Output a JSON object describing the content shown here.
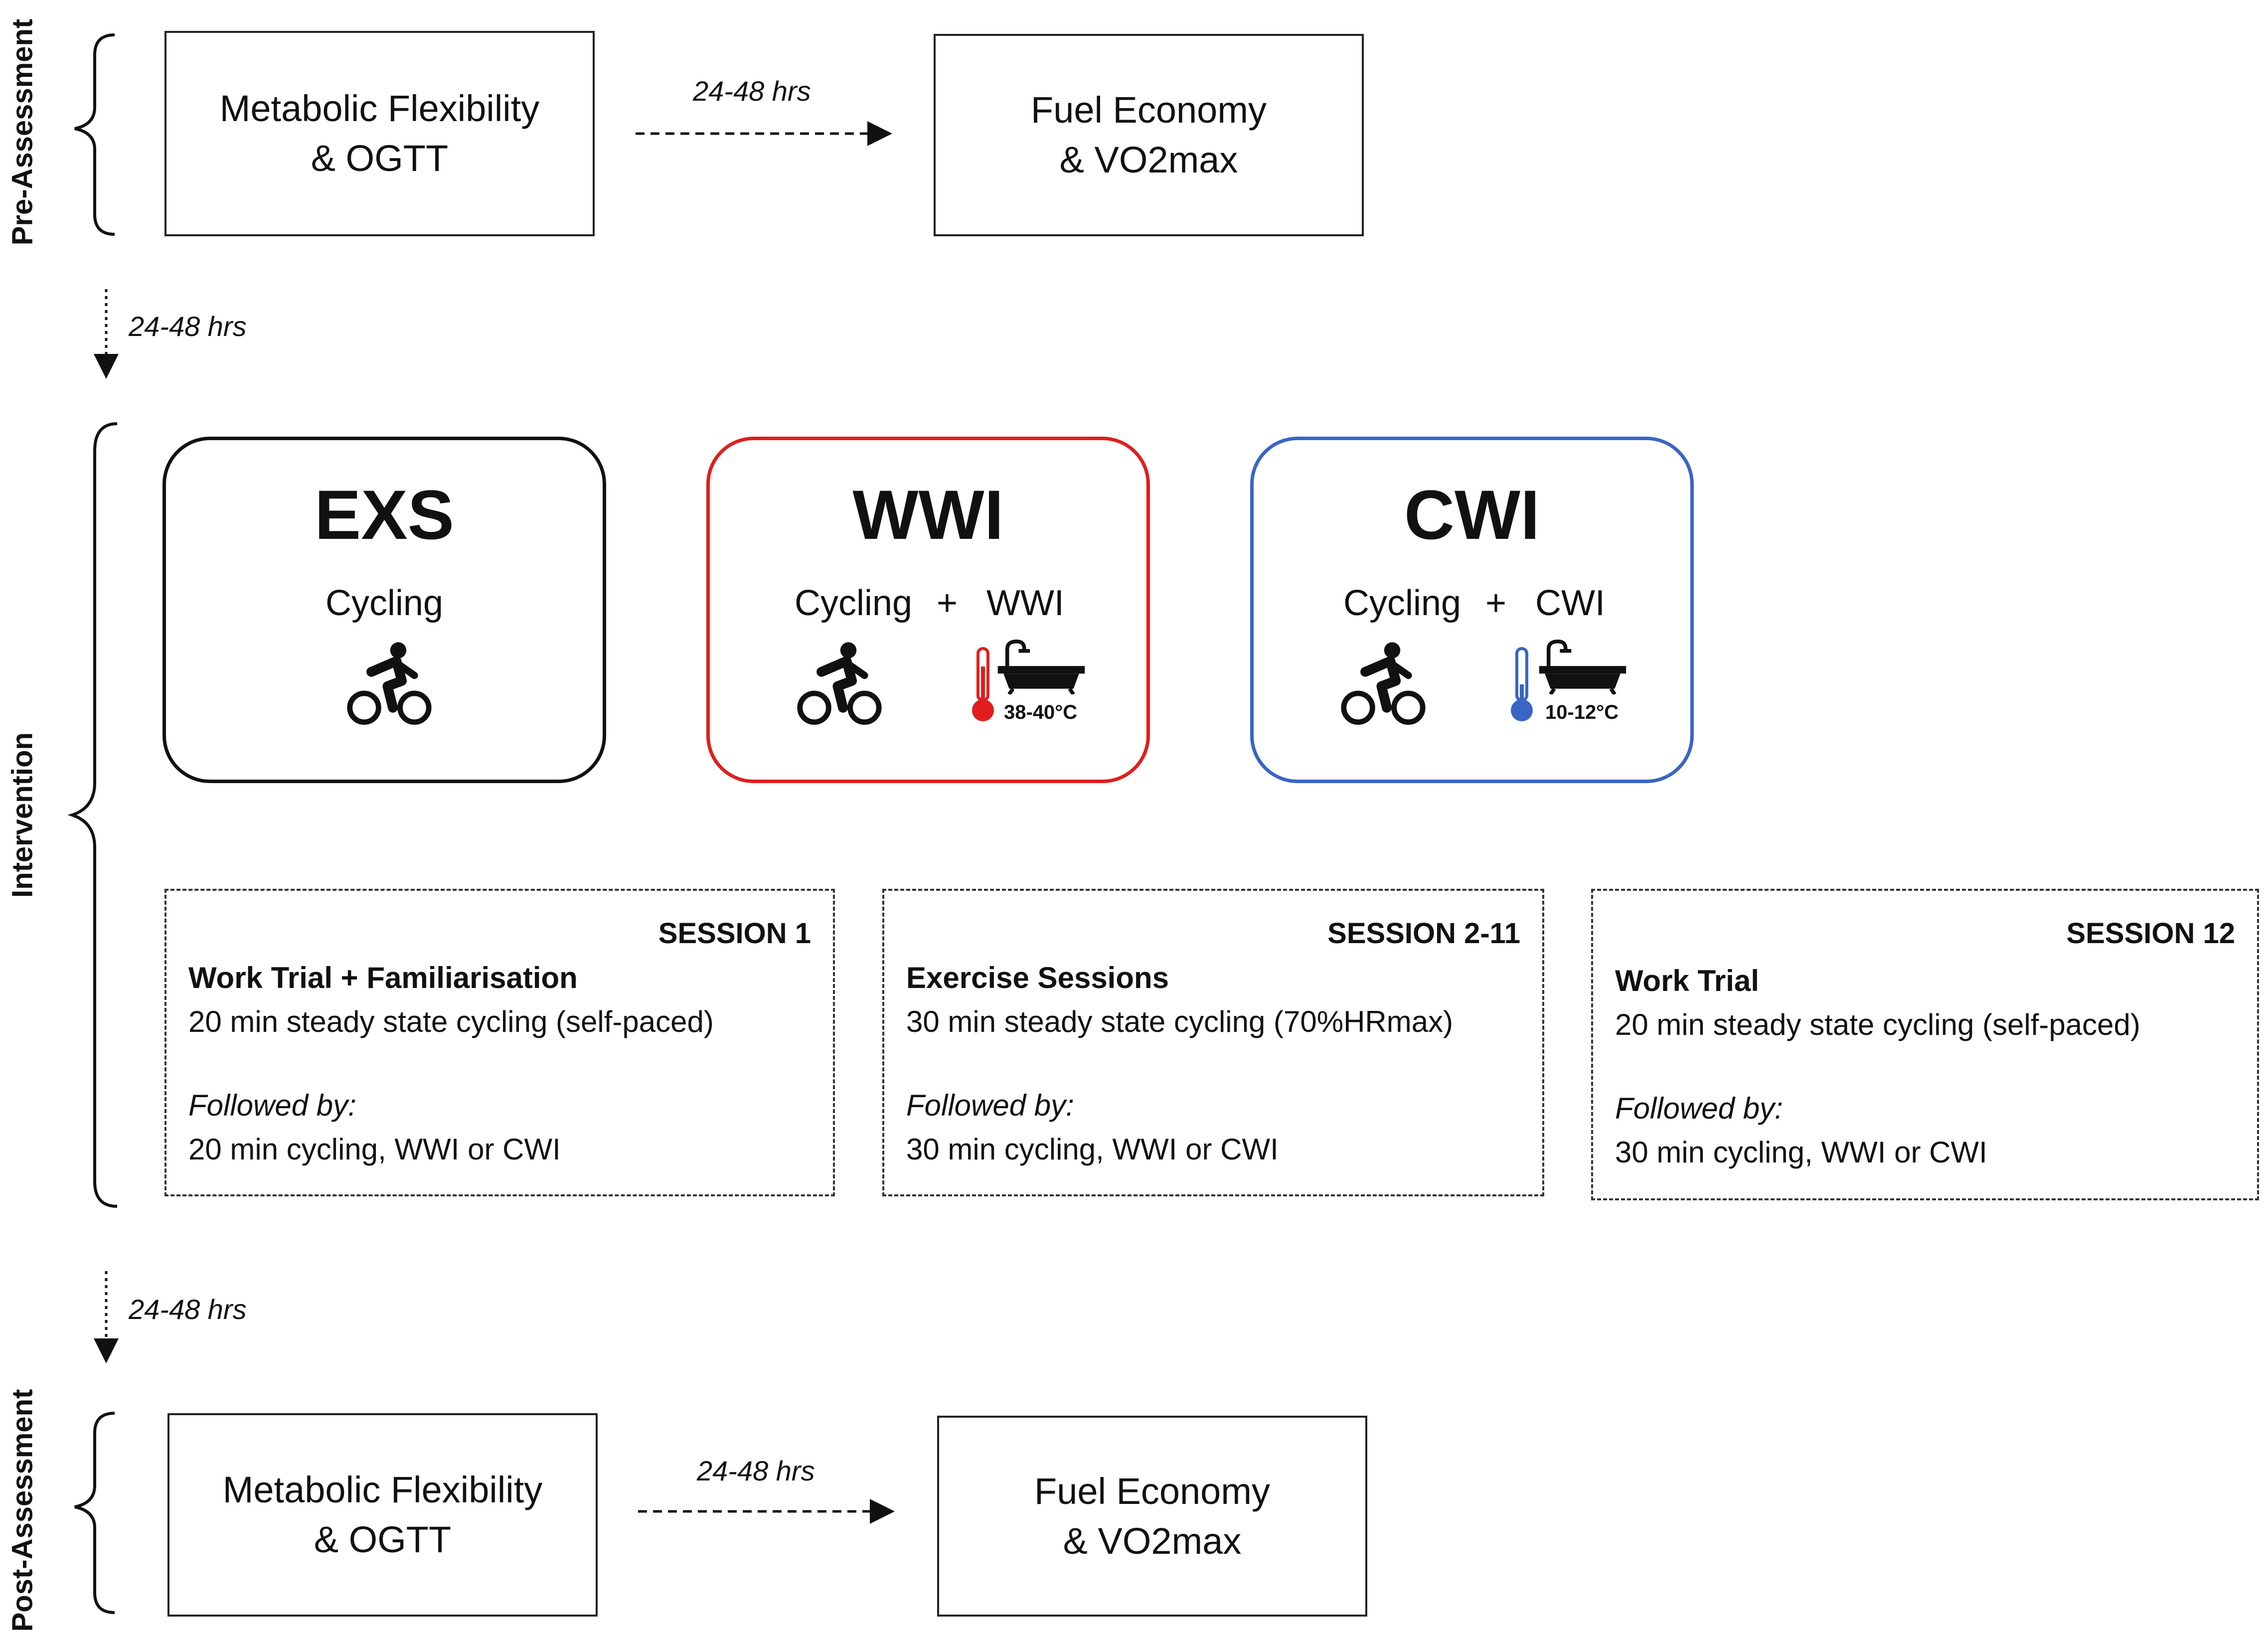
{
  "phases": {
    "pre": "Pre-Assessment",
    "intervention": "Intervention",
    "post": "Post-Assessment"
  },
  "pre_assessment": {
    "box1": {
      "line1": "Metabolic Flexibility",
      "line2": "& OGTT"
    },
    "box2": {
      "line1": "Fuel Economy",
      "line2": "& VO2max"
    },
    "gap": "24-48 hrs"
  },
  "post_assessment": {
    "box1": {
      "line1": "Metabolic Flexibility",
      "line2": "& OGTT"
    },
    "box2": {
      "line1": "Fuel Economy",
      "line2": "& VO2max"
    },
    "gap": "24-48 hrs"
  },
  "gap_pre_to_intervention": "24-48 hrs",
  "gap_intervention_to_post": "24-48 hrs",
  "groups": {
    "exs": {
      "title": "EXS",
      "mod1": "Cycling"
    },
    "wwi": {
      "title": "WWI",
      "mod1": "Cycling",
      "plus": "+",
      "mod2": "WWI",
      "temp": "38-40°C"
    },
    "cwi": {
      "title": "CWI",
      "mod1": "Cycling",
      "plus": "+",
      "mod2": "CWI",
      "temp": "10-12°C"
    }
  },
  "sessions": [
    {
      "title": "SESSION 1",
      "heading": "Work Trial + Familiarisation",
      "detail": "20 min steady state cycling (self-paced)",
      "followed": "Followed by:",
      "followup": "20 min cycling, WWI or CWI"
    },
    {
      "title": "SESSION 2-11",
      "heading": "Exercise Sessions",
      "detail": "30 min steady state cycling (70%HRmax)",
      "followed": "Followed by:",
      "followup": "30 min cycling, WWI or CWI"
    },
    {
      "title": "SESSION 12",
      "heading": "Work Trial",
      "detail": "20 min steady state cycling (self-paced)",
      "followed": "Followed by:",
      "followup": "30 min cycling, WWI or CWI"
    }
  ],
  "colors": {
    "wwi_border": "#e01e1e",
    "cwi_border": "#3a64c6",
    "hot": "#e01e1e",
    "cold": "#3a64c6"
  },
  "icons": [
    "cyclist-icon",
    "bathtub-icon",
    "thermometer-hot-icon",
    "thermometer-cold-icon"
  ]
}
